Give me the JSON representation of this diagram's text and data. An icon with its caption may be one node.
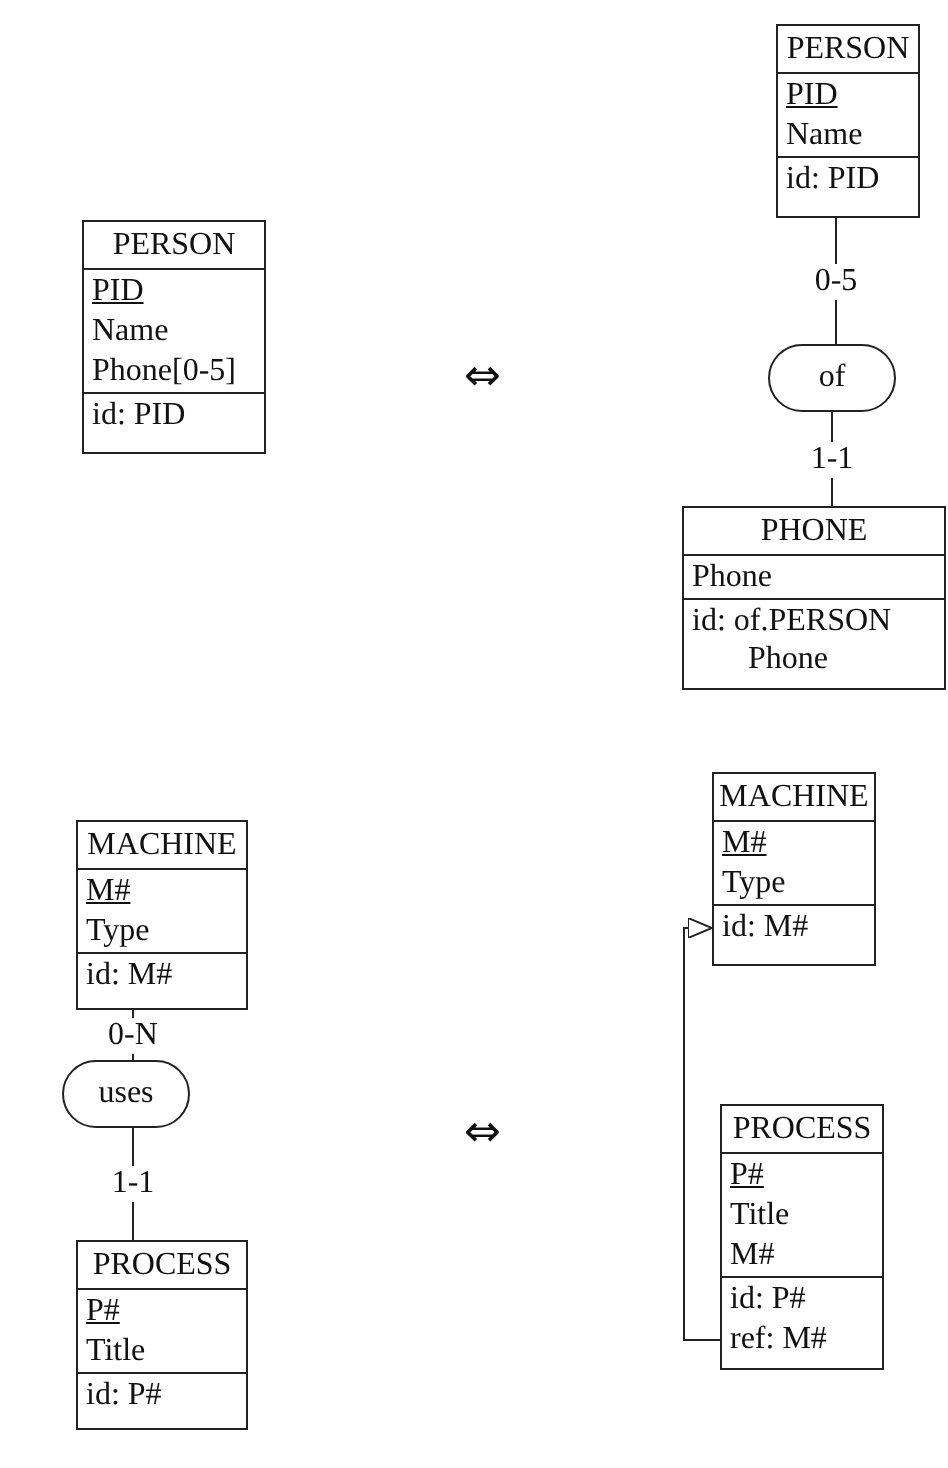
{
  "diagram": {
    "nodes": [
      {
        "text": [
          "PERSON",
          "PID",
          "Name",
          "Phone[0-5]",
          "id: PID"
        ]
      },
      {
        "text": [
          "PERSON",
          "PID",
          "Name",
          "id: PID"
        ]
      },
      {
        "text": [
          "of"
        ]
      },
      {
        "text": [
          "PHONE",
          "Phone",
          "id: of.PERSON Phone"
        ]
      },
      {
        "text": [
          "MACHINE",
          "M#",
          "Type",
          "id: M#"
        ]
      },
      {
        "text": [
          "uses"
        ]
      },
      {
        "text": [
          "PROCESS",
          "P#",
          "Title",
          "id: P#"
        ]
      },
      {
        "text": [
          "MACHINE",
          "M#",
          "Type",
          "id: M#"
        ]
      },
      {
        "text": [
          "PROCESS",
          "P#",
          "Title",
          "M#",
          "id: P#",
          "ref: M#"
        ]
      }
    ],
    "edges": [
      {
        "from": 1,
        "to": 2,
        "arrow": "none",
        "label": "0-5"
      },
      {
        "from": 2,
        "to": 3,
        "arrow": "none",
        "label": "1-1"
      },
      {
        "from": 4,
        "to": 5,
        "arrow": "none",
        "label": "0-N"
      },
      {
        "from": 5,
        "to": 6,
        "arrow": "none",
        "label": "1-1"
      },
      {
        "from": 8,
        "to": 7,
        "arrow": "to"
      }
    ],
    "labels": [
      "⇔",
      "⇔"
    ]
  }
}
